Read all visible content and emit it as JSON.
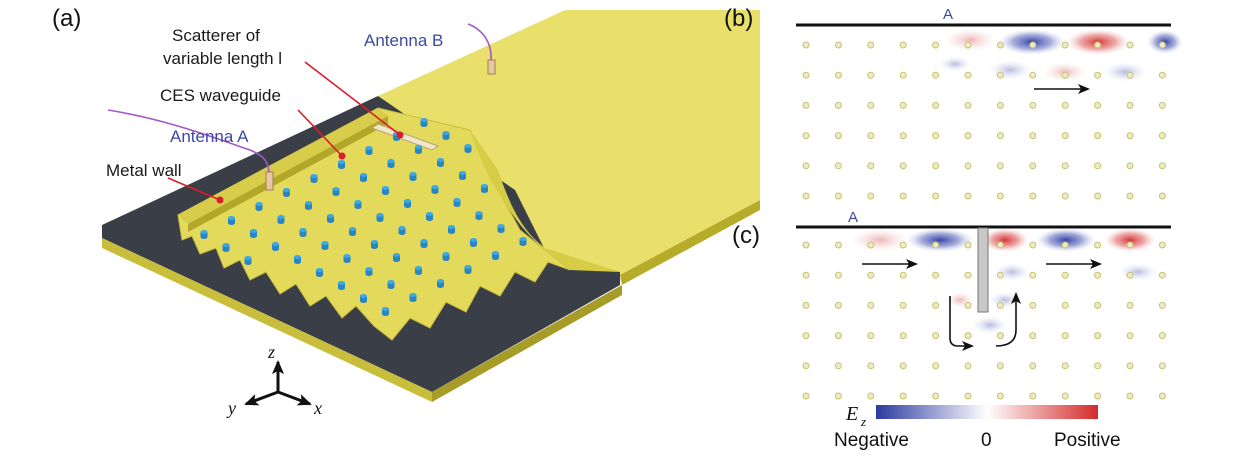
{
  "panels": {
    "a": {
      "label": "(a)"
    },
    "b": {
      "label": "(b)",
      "antenna_marker": "A"
    },
    "c": {
      "label": "(c)",
      "antenna_marker": "A"
    }
  },
  "callouts": {
    "scatterer_line1": "Scatterer of",
    "scatterer_line2": "variable length l",
    "ces_waveguide": "CES waveguide",
    "antenna_a": "Antenna A",
    "antenna_b": "Antenna B",
    "metal_wall": "Metal wall"
  },
  "axes": {
    "z": "z",
    "y": "y",
    "x": "x"
  },
  "colorbar": {
    "symbol": "E",
    "subscript": "z",
    "min_label": "Negative",
    "mid_label": "0",
    "max_label": "Positive",
    "negative_color": "#2b3aa0",
    "zero_color": "#ffffff",
    "positive_color": "#d42a2a"
  },
  "colors": {
    "gold": "#e8e06a",
    "gold_dark": "#c9bd3c",
    "substrate": "#3a3f47",
    "pillar": "#3aa9e6",
    "callout_line": "#d81e2b",
    "wire": "#a35ac4",
    "antenna_text": "#3b4aa6",
    "lattice_dot": "#c8c36a"
  }
}
